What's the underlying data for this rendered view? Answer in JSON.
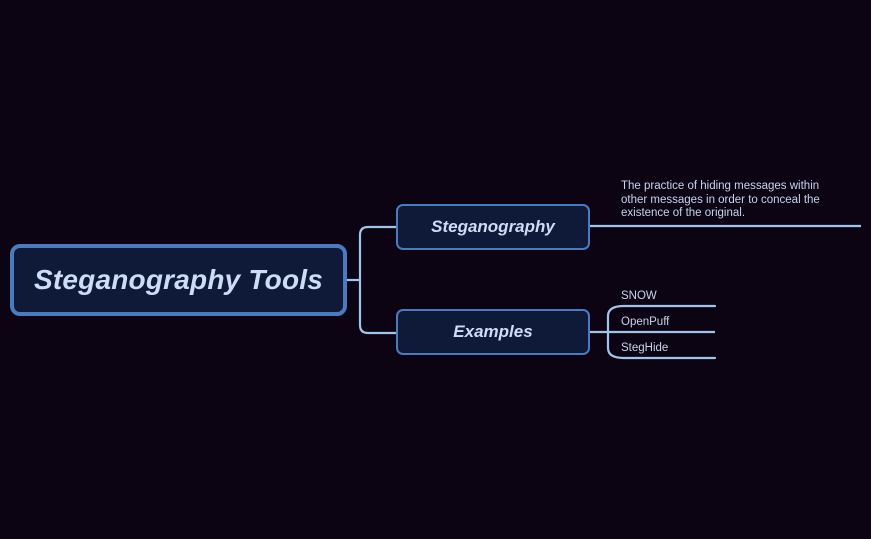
{
  "diagram": {
    "type": "mind-map",
    "background_color": "#0c0413",
    "node_fill_color": "#0f1a38",
    "node_border_color": "#4a7bc0",
    "node_text_color": "#cfdcf5",
    "leaf_text_color": "#c5d4ef",
    "connector_color": "#9fc5ea"
  },
  "root": {
    "label": "Steganography Tools"
  },
  "branches": [
    {
      "label": "Steganography",
      "leaves": [
        {
          "text": "The practice of hiding messages within other messages in order to conceal the existence of the original."
        }
      ]
    },
    {
      "label": "Examples",
      "leaves": [
        {
          "text": "SNOW"
        },
        {
          "text": "OpenPuff"
        },
        {
          "text": "StegHide"
        }
      ]
    }
  ]
}
